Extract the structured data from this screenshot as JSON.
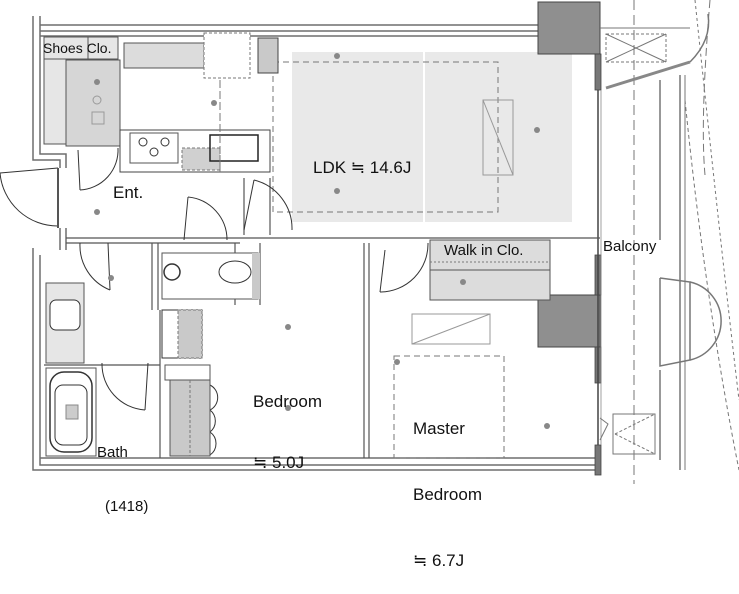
{
  "plan": {
    "type": "apartment floor plan",
    "rooms": [
      {
        "id": "shoes",
        "label": "Shoes Clo."
      },
      {
        "id": "ent",
        "label": "Ent."
      },
      {
        "id": "ldk",
        "label": "LDK ≒ 14.6J"
      },
      {
        "id": "walkin",
        "label": "Walk in Clo."
      },
      {
        "id": "balcony",
        "label": "Balcony"
      },
      {
        "id": "bedroom",
        "label_line1": "Bedroom",
        "label_line2": "≒ 5.0J"
      },
      {
        "id": "master",
        "label_line1": "Master",
        "label_line2": "Bedroom",
        "label_line3": "≒ 6.7J"
      },
      {
        "id": "bath",
        "label_line1": "Bath",
        "label_line2": "(1418)"
      }
    ],
    "colors": {
      "wall": "#6e6e6e",
      "fill_light": "#e6e6e6",
      "fill_mid": "#c9c9c9",
      "fill_dark": "#8f8f8f",
      "line": "#333333",
      "dashed": "#777777"
    }
  }
}
